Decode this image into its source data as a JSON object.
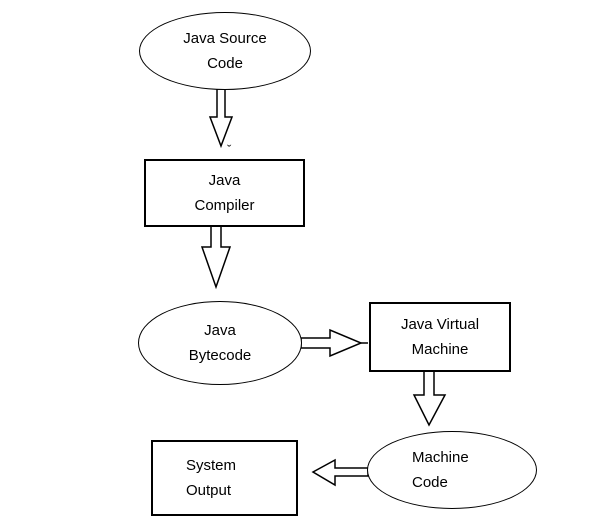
{
  "diagram": {
    "background_color": "#ffffff",
    "line_color": "#000000",
    "nodes": {
      "java_source_code": {
        "shape": "ellipse",
        "label": "Java Source\nCode"
      },
      "java_compiler": {
        "shape": "rectangle",
        "label": "Java\nCompiler"
      },
      "java_bytecode": {
        "shape": "ellipse",
        "label": "Java\nBytecode"
      },
      "java_virtual_machine": {
        "shape": "rectangle",
        "label": "Java Virtual\nMachine"
      },
      "machine_code": {
        "shape": "ellipse",
        "label": "Machine\nCode"
      },
      "system_output": {
        "shape": "rectangle",
        "label": "System\nOutput"
      }
    },
    "edges": [
      {
        "from": "java_source_code",
        "to": "java_compiler",
        "direction": "down"
      },
      {
        "from": "java_compiler",
        "to": "java_bytecode",
        "direction": "down"
      },
      {
        "from": "java_bytecode",
        "to": "java_virtual_machine",
        "direction": "right"
      },
      {
        "from": "java_virtual_machine",
        "to": "machine_code",
        "direction": "down"
      },
      {
        "from": "machine_code",
        "to": "system_output",
        "direction": "left"
      }
    ],
    "stray_mark": "ˇ"
  }
}
